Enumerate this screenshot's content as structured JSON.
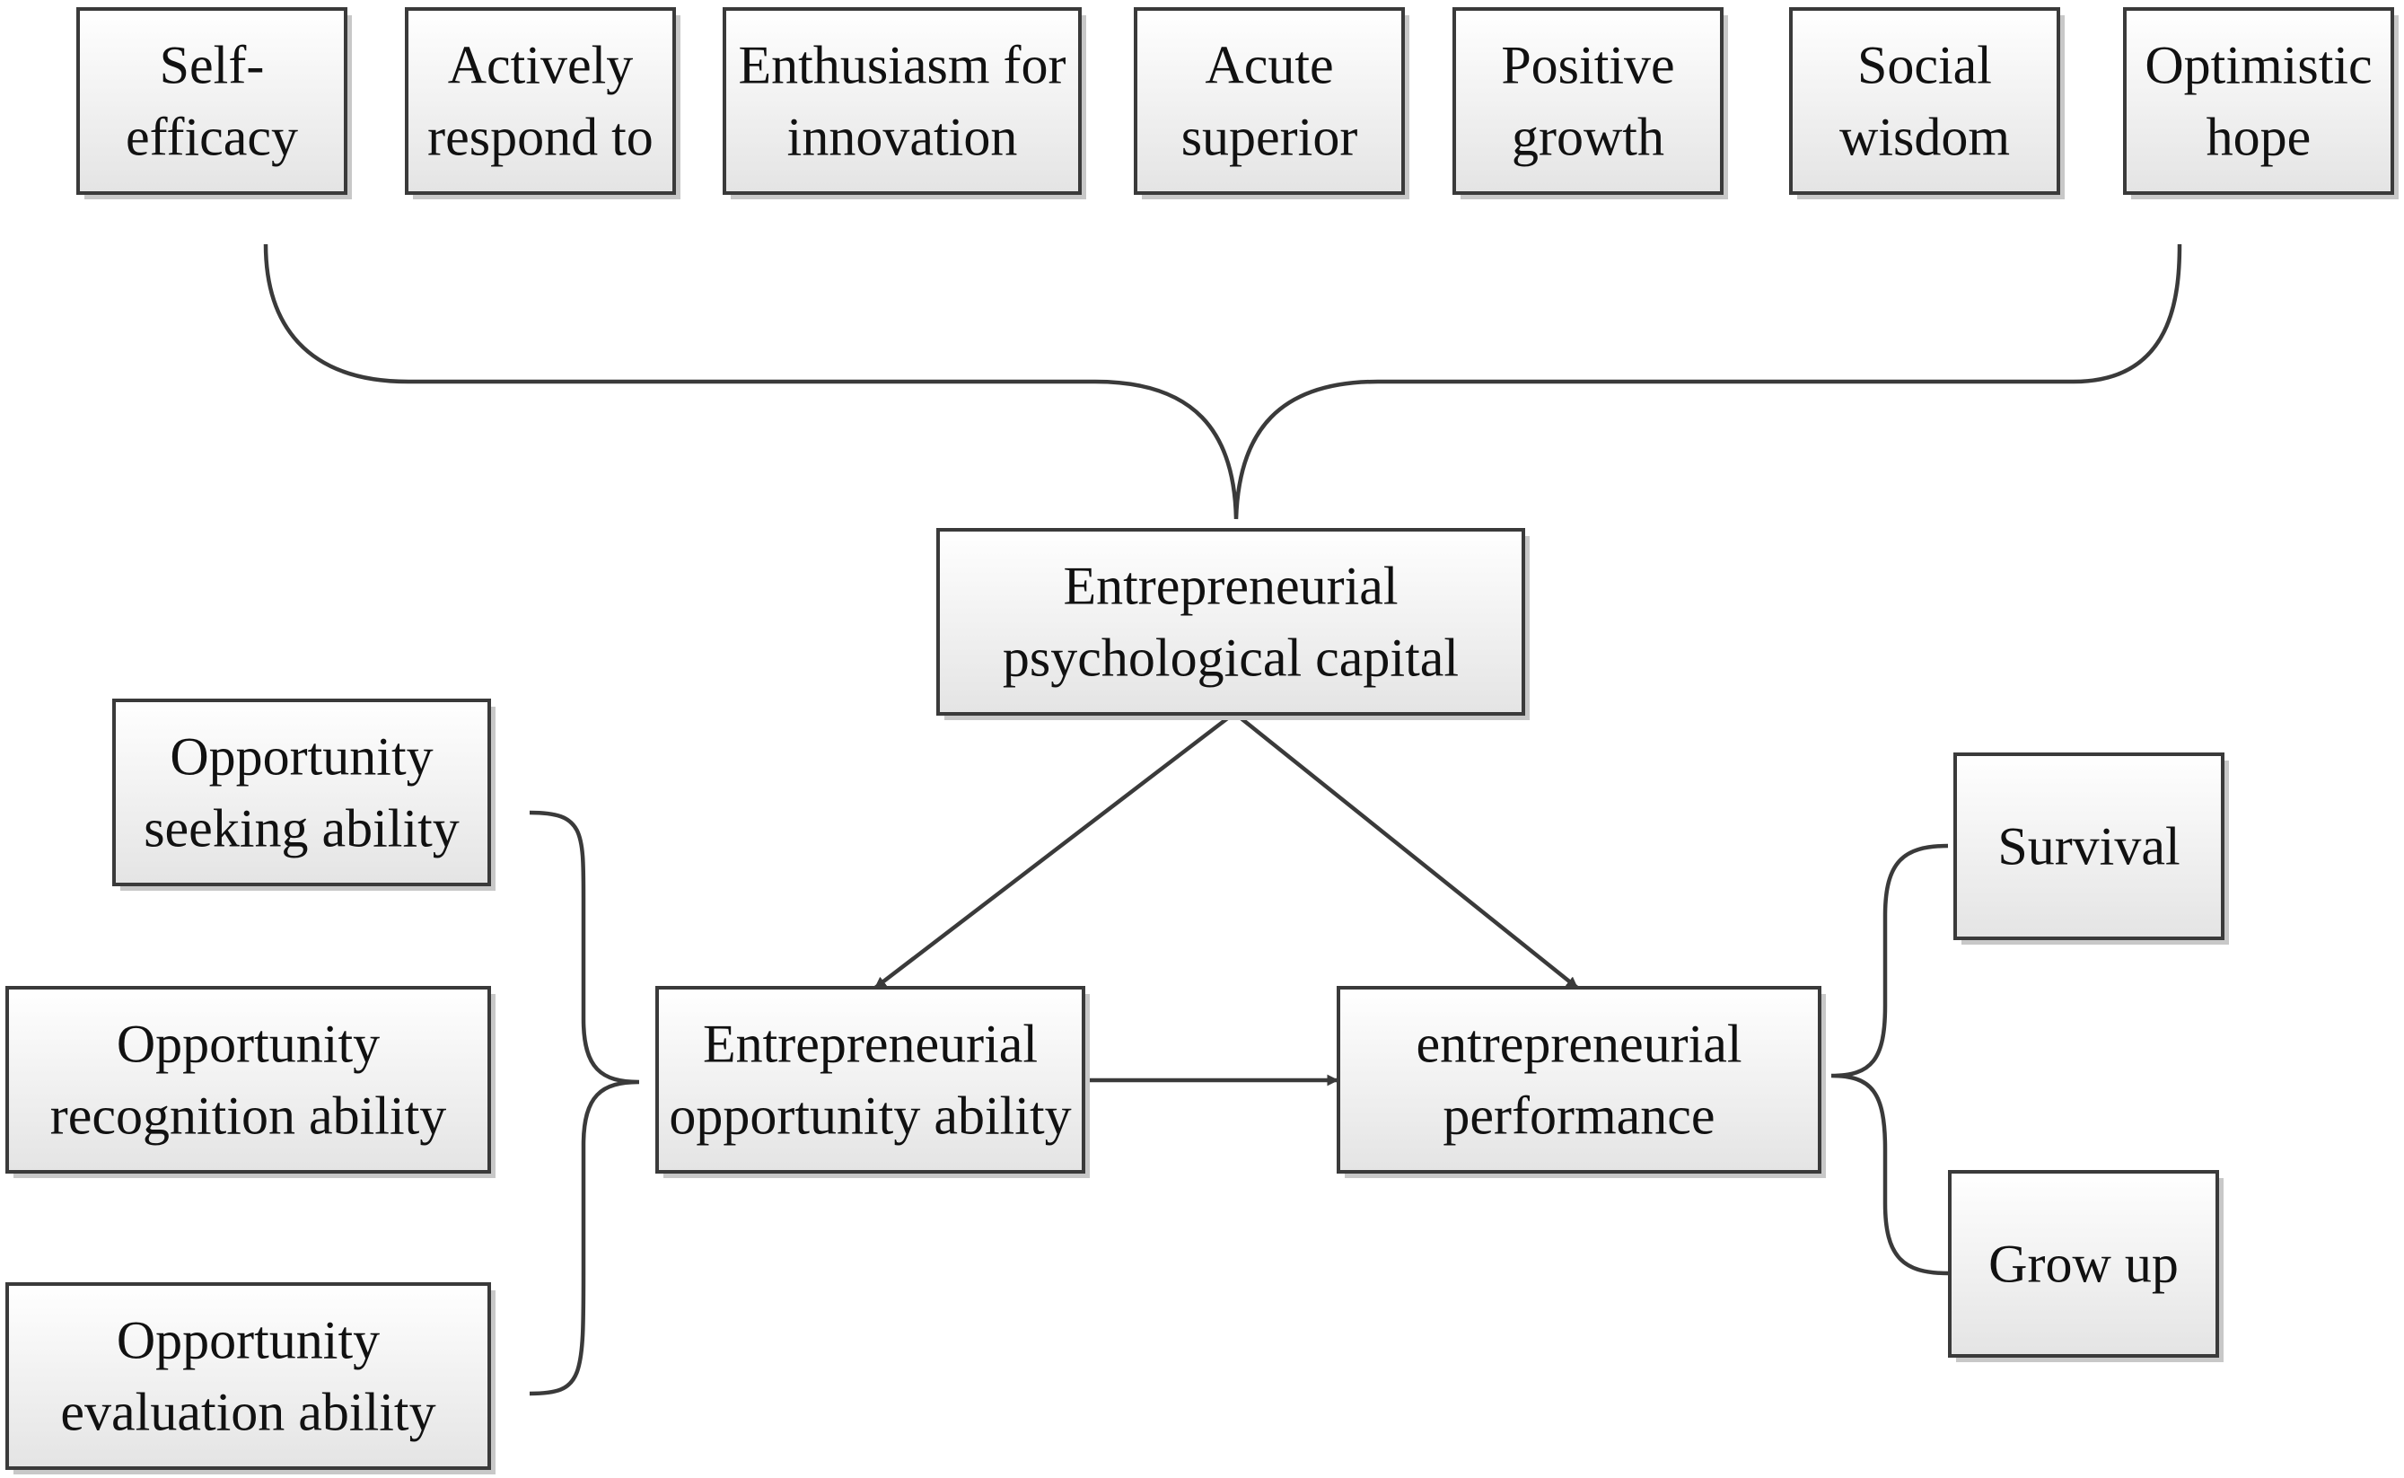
{
  "diagram": {
    "capital_factors": [
      {
        "id": "self-efficacy",
        "lines": [
          "Self-",
          "efficacy"
        ]
      },
      {
        "id": "actively-respond",
        "lines": [
          "Actively",
          "respond to"
        ]
      },
      {
        "id": "enthusiasm-innovation",
        "lines": [
          "Enthusiasm for",
          "innovation"
        ]
      },
      {
        "id": "acute-superior",
        "lines": [
          "Acute",
          "superior"
        ]
      },
      {
        "id": "positive-growth",
        "lines": [
          "Positive",
          "growth"
        ]
      },
      {
        "id": "social-wisdom",
        "lines": [
          "Social",
          "wisdom"
        ]
      },
      {
        "id": "optimistic-hope",
        "lines": [
          "Optimistic",
          "hope"
        ]
      }
    ],
    "capital": {
      "id": "psychological-capital",
      "lines": [
        "Entrepreneurial",
        "psychological capital"
      ]
    },
    "opportunity_factors": [
      {
        "id": "opportunity-seeking",
        "lines": [
          "Opportunity",
          "seeking ability"
        ]
      },
      {
        "id": "opportunity-recognition",
        "lines": [
          "Opportunity",
          "recognition ability"
        ]
      },
      {
        "id": "opportunity-evaluation",
        "lines": [
          "Opportunity",
          "evaluation ability"
        ]
      }
    ],
    "opportunity": {
      "id": "opportunity-ability",
      "lines": [
        "Entrepreneurial",
        "opportunity ability"
      ]
    },
    "performance": {
      "id": "performance",
      "lines": [
        "entrepreneurial",
        "performance"
      ]
    },
    "performance_factors": [
      {
        "id": "survival",
        "lines": [
          "Survival"
        ]
      },
      {
        "id": "grow-up",
        "lines": [
          "Grow up"
        ]
      }
    ]
  }
}
